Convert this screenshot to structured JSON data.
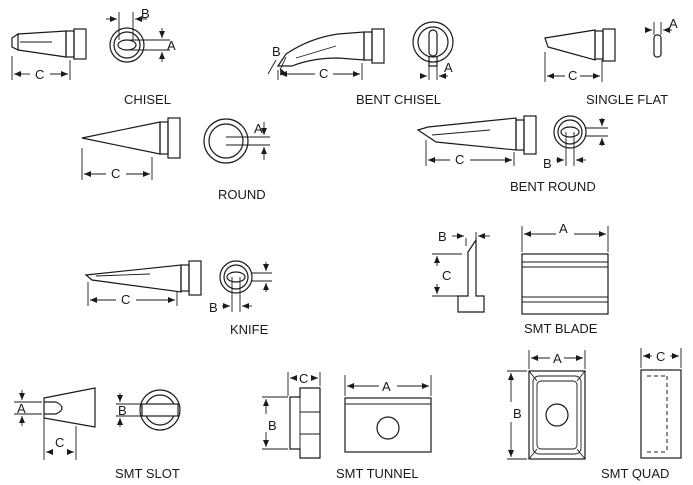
{
  "tips": {
    "chisel": {
      "caption": "CHISEL",
      "dims": [
        "A",
        "B",
        "C"
      ]
    },
    "bent_chisel": {
      "caption": "BENT CHISEL",
      "dims": [
        "A",
        "B",
        "C"
      ]
    },
    "single_flat": {
      "caption": "SINGLE FLAT",
      "dims": [
        "A",
        "C"
      ]
    },
    "round": {
      "caption": "ROUND",
      "dims": [
        "A",
        "C"
      ]
    },
    "bent_round": {
      "caption": "BENT ROUND",
      "dims": [
        "B",
        "C"
      ]
    },
    "knife": {
      "caption": "KNIFE",
      "dims": [
        "B",
        "C"
      ]
    },
    "smt_blade": {
      "caption": "SMT BLADE",
      "dims": [
        "A",
        "B",
        "C"
      ]
    },
    "smt_slot": {
      "caption": "SMT SLOT",
      "dims": [
        "A",
        "B",
        "C"
      ]
    },
    "smt_tunnel": {
      "caption": "SMT TUNNEL",
      "dims": [
        "A",
        "B",
        "C"
      ]
    },
    "smt_quad": {
      "caption": "SMT QUAD",
      "dims": [
        "A",
        "B",
        "C"
      ]
    }
  }
}
